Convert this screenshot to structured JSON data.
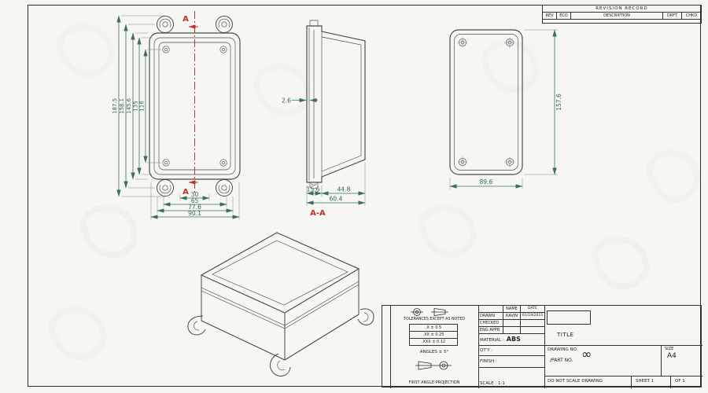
{
  "colors": {
    "background": "#f6f6f3",
    "line": "#4a4a4a",
    "dimension": "#2e6a4e",
    "section": "#c23030"
  },
  "views": {
    "front": {
      "section_top": "A",
      "section_bottom": "A",
      "h_overall": "187.5",
      "h_2": "158.1",
      "h_3": "145.6",
      "h_4": "135",
      "h_5": "116",
      "w_1": "30",
      "w_2": "65",
      "w_3": "77.6",
      "w_4": "90.1"
    },
    "side": {
      "thickness": "2.6",
      "w_1": "15.6",
      "w_2": "44.8",
      "w_overall": "60.4",
      "section_label": "A-A"
    },
    "back": {
      "height": "157.6",
      "width": "89.6"
    }
  },
  "revision_table": {
    "title": "REVISION RECORD",
    "columns": [
      "REV",
      "ECO",
      "DESCRIPTION",
      "DRFT",
      "CHKD"
    ]
  },
  "title_block": {
    "tolerances_heading": "TOLERANCES EXCEPT AS NOTED",
    "tolerance_rows": [
      ".X ± 0.5",
      ".XX ± 0.25",
      ".XXX ± 0.12"
    ],
    "angles": "ANGLES ± 5°",
    "projection_label": "FIRST ANGLE PROJECTION",
    "name_header": "NAME",
    "date_header": "DATE",
    "drawn_label": "DRAWN",
    "drawn_name": "KAVIN",
    "drawn_date": "01/19/2015",
    "checked_label": "CHECKED",
    "eng_appr_label": "ENG APPR",
    "material_label": "MATERIAL :",
    "material_value": "ABS",
    "qty_label": "QT'Y :",
    "finish_label": "FINISH :",
    "scale_label": "SCALE : 1:1",
    "title_label": "TITLE",
    "drawing_no_label": "DRAWING NO.",
    "part_no_label": "/PART NO.",
    "part_no_value": "∞",
    "size_label": "SIZE",
    "size_value": "A4",
    "do_not_scale": "DO NOT SCALE DRAWING",
    "sheet_label": "SHEET 1",
    "of_label": "OF 1"
  }
}
